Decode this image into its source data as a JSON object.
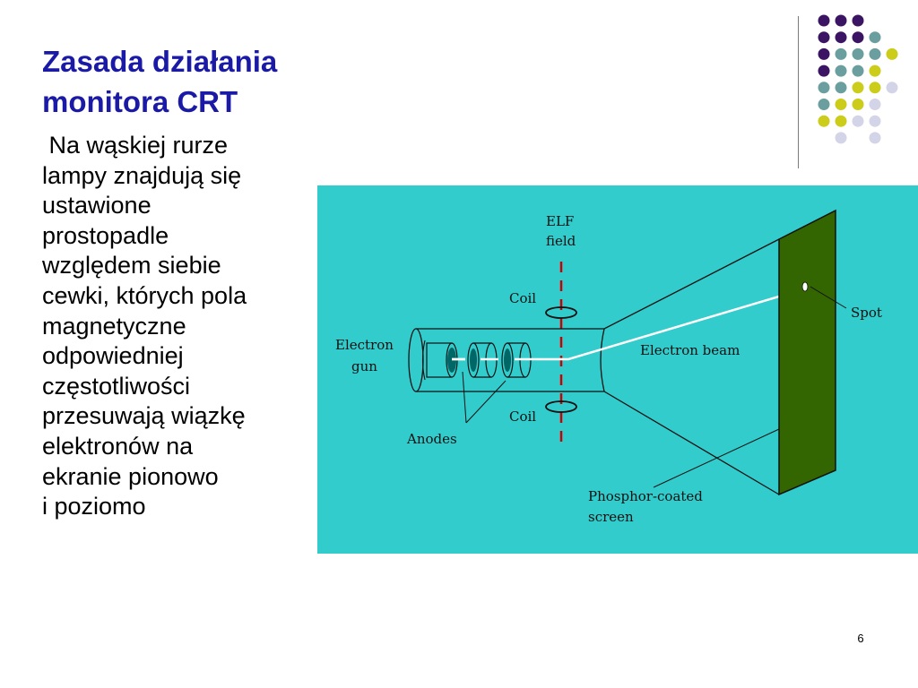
{
  "slide": {
    "title_lines": [
      "Zasada działania",
      "monitora CRT"
    ],
    "body_lines": [
      " Na wąskiej rurze",
      "lampy znajdują się",
      "ustawione",
      "prostopadle",
      "względem siebie",
      "cewki, których pola",
      "magnetyczne",
      "odpowiedniej",
      "częstotliwości",
      "przesuwają wiązkę",
      "elektronów na",
      "ekranie pionowo",
      "i poziomo"
    ],
    "page_number": "6"
  },
  "diagram": {
    "labels": {
      "elf_field_line1": "ELF",
      "elf_field_line2": "field",
      "coil_top": "Coil",
      "coil_bottom": "Coil",
      "spot": "Spot",
      "electron_gun_line1": "Electron",
      "electron_gun_line2": "gun",
      "electron_beam": "Electron beam",
      "anodes": "Anodes",
      "screen_line1": "Phosphor-coated",
      "screen_line2": "screen"
    },
    "colors": {
      "background": "#33cccc",
      "screen": "#336600",
      "anode": "#006666",
      "field_line": "#cc0000"
    }
  },
  "decoration": {
    "colors": {
      "purple": "#3c1464",
      "teal": "#6b9e9e",
      "yellow": "#cccc1a",
      "lavender": "#d4d4e8"
    }
  }
}
